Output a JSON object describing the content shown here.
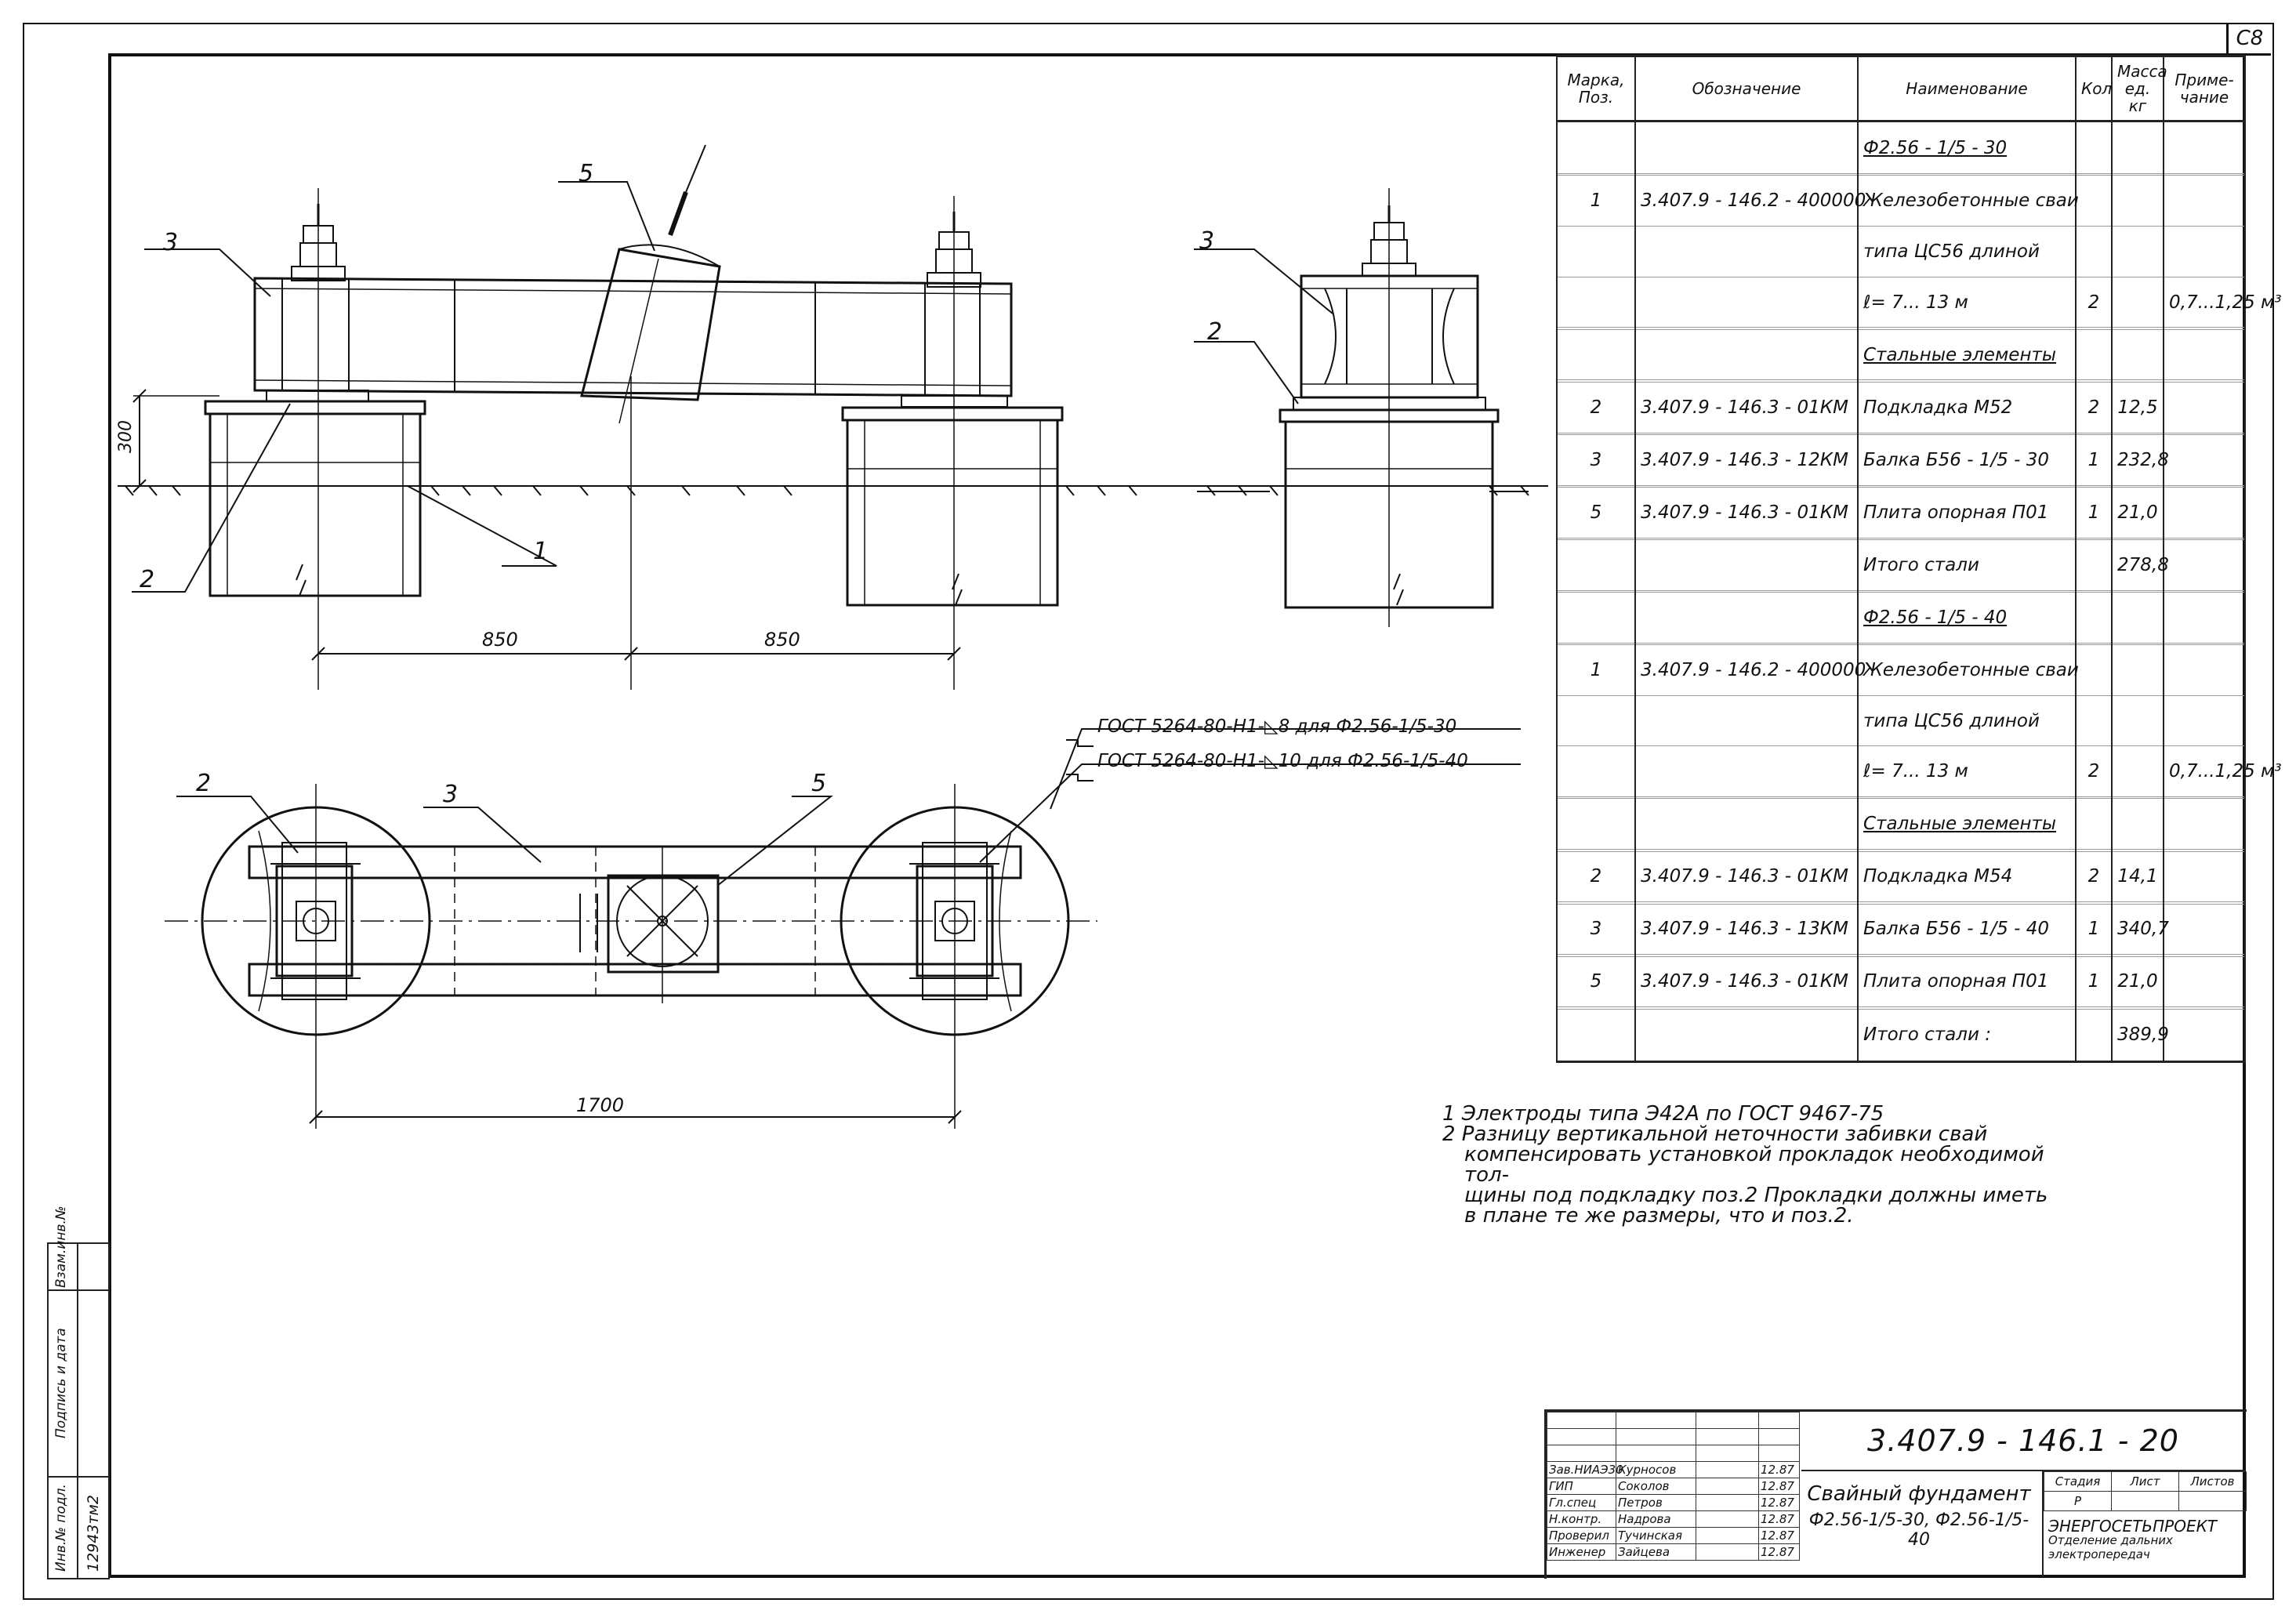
{
  "page_number": "C8",
  "positions": {
    "p1": "1",
    "p2": "2",
    "p3": "3",
    "p5": "5"
  },
  "dimensions": {
    "height_300": "300",
    "span_850_left": "850",
    "span_850_right": "850",
    "length_1700": "1700"
  },
  "welds": [
    "ГОСТ 5264-80-Н1-◺8  для  Ф2.56-1/5-30",
    "ГОСТ 5264-80-Н1-◺10  для  Ф2.56-1/5-40"
  ],
  "spec_table": {
    "headers": [
      "Марка, Поз.",
      "Обозначение",
      "Наименование",
      "Кол",
      "Масса ед. кг",
      "Приме- чание"
    ],
    "rows": [
      {
        "pos": "",
        "code": "",
        "name": "Ф2.56 - 1/5 - 30",
        "qty": "",
        "mass": "",
        "note": "",
        "underline": true
      },
      {
        "pos": "",
        "code": "",
        "name": "",
        "qty": "",
        "mass": "",
        "note": ""
      },
      {
        "pos": "1",
        "code": "3.407.9 - 146.2 - 400000",
        "name": "Железобетонные сваи",
        "qty": "",
        "mass": "",
        "note": ""
      },
      {
        "pos": "",
        "code": "",
        "name": "типа ЦС56 длиной",
        "qty": "",
        "mass": "",
        "note": ""
      },
      {
        "pos": "",
        "code": "",
        "name": "ℓ= 7... 13 м",
        "qty": "2",
        "mass": "",
        "note": "0,7...1,25 м³"
      },
      {
        "pos": "",
        "code": "",
        "name": "",
        "qty": "",
        "mass": "",
        "note": ""
      },
      {
        "pos": "",
        "code": "",
        "name": "Стальные элементы",
        "qty": "",
        "mass": "",
        "note": "",
        "underline": true
      },
      {
        "pos": "",
        "code": "",
        "name": "",
        "qty": "",
        "mass": "",
        "note": ""
      },
      {
        "pos": "2",
        "code": "3.407.9 - 146.3 - 01КМ",
        "name": "Подкладка М52",
        "qty": "2",
        "mass": "12,5",
        "note": ""
      },
      {
        "pos": "",
        "code": "",
        "name": "",
        "qty": "",
        "mass": "",
        "note": ""
      },
      {
        "pos": "3",
        "code": "3.407.9 - 146.3 - 12КМ",
        "name": "Балка Б56 - 1/5 - 30",
        "qty": "1",
        "mass": "232,8",
        "note": ""
      },
      {
        "pos": "",
        "code": "",
        "name": "",
        "qty": "",
        "mass": "",
        "note": ""
      },
      {
        "pos": "5",
        "code": "3.407.9 - 146.3 - 01КМ",
        "name": "Плита опорная П01",
        "qty": "1",
        "mass": "21,0",
        "note": ""
      },
      {
        "pos": "",
        "code": "",
        "name": "",
        "qty": "",
        "mass": "",
        "note": ""
      },
      {
        "pos": "",
        "code": "",
        "name": "Итого стали",
        "qty": "",
        "mass": "278,8",
        "note": ""
      },
      {
        "pos": "",
        "code": "",
        "name": "",
        "qty": "",
        "mass": "",
        "note": ""
      },
      {
        "pos": "",
        "code": "",
        "name": "Ф2.56 - 1/5 - 40",
        "qty": "",
        "mass": "",
        "note": "",
        "underline": true
      },
      {
        "pos": "",
        "code": "",
        "name": "",
        "qty": "",
        "mass": "",
        "note": ""
      },
      {
        "pos": "1",
        "code": "3.407.9 - 146.2 - 400000",
        "name": "Железобетонные сваи",
        "qty": "",
        "mass": "",
        "note": ""
      },
      {
        "pos": "",
        "code": "",
        "name": "типа ЦС56 длиной",
        "qty": "",
        "mass": "",
        "note": ""
      },
      {
        "pos": "",
        "code": "",
        "name": "ℓ= 7... 13 м",
        "qty": "2",
        "mass": "",
        "note": "0,7...1,25 м³"
      },
      {
        "pos": "",
        "code": "",
        "name": "",
        "qty": "",
        "mass": "",
        "note": ""
      },
      {
        "pos": "",
        "code": "",
        "name": "Стальные элементы",
        "qty": "",
        "mass": "",
        "note": "",
        "underline": true
      },
      {
        "pos": "",
        "code": "",
        "name": "",
        "qty": "",
        "mass": "",
        "note": ""
      },
      {
        "pos": "2",
        "code": "3.407.9 - 146.3 - 01КМ",
        "name": "Подкладка М54",
        "qty": "2",
        "mass": "14,1",
        "note": ""
      },
      {
        "pos": "",
        "code": "",
        "name": "",
        "qty": "",
        "mass": "",
        "note": ""
      },
      {
        "pos": "3",
        "code": "3.407.9 - 146.3 - 13КМ",
        "name": "Балка Б56 - 1/5 - 40",
        "qty": "1",
        "mass": "340,7",
        "note": ""
      },
      {
        "pos": "",
        "code": "",
        "name": "",
        "qty": "",
        "mass": "",
        "note": ""
      },
      {
        "pos": "5",
        "code": "3.407.9 - 146.3 - 01КМ",
        "name": "Плита опорная П01",
        "qty": "1",
        "mass": "21,0",
        "note": ""
      },
      {
        "pos": "",
        "code": "",
        "name": "",
        "qty": "",
        "mass": "",
        "note": ""
      },
      {
        "pos": "",
        "code": "",
        "name": "Итого стали :",
        "qty": "",
        "mass": "389,9",
        "note": ""
      }
    ]
  },
  "notes": [
    "1  Электроды типа Э42А по ГОСТ 9467-75",
    "2  Разницу вертикальной неточности забивки свай",
    "компенсировать установкой прокладок необходимой тол-",
    "щины под подкладку поз.2  Прокладки должны иметь",
    "в плане  те же размеры, что  и поз.2."
  ],
  "title_block": {
    "code": "3.407.9 - 146.1 - 20",
    "name_line1": "Свайный фундамент",
    "name_line2": "Ф2.56-1/5-30, Ф2.56-1/5-40",
    "stage_headers": [
      "Стадия",
      "Лист",
      "Листов"
    ],
    "stage_values": [
      "Р",
      "",
      ""
    ],
    "org": "ЭНЕРГОСЕТЬПРОЕКТ",
    "org_sub": "Отделение дальних электропередач",
    "signatures": [
      {
        "role": "Зав.НИАЭ30",
        "name": "Курносов",
        "date": "12.87"
      },
      {
        "role": "ГИП",
        "name": "Соколов",
        "date": "12.87"
      },
      {
        "role": "Гл.спец",
        "name": "Петров",
        "date": "12.87"
      },
      {
        "role": "Н.контр.",
        "name": "Надрова",
        "date": "12.87"
      },
      {
        "role": "Проверил",
        "name": "Тучинская",
        "date": "12.87"
      },
      {
        "role": "Инженер",
        "name": "Зайцева",
        "date": "12.87"
      }
    ]
  },
  "stamp": {
    "inv_label": "Инв.№ подл.",
    "inv_value": "12943тм2",
    "sign_label": "Подпись и дата",
    "replace_label": "Взам.инв.№"
  },
  "colors": {
    "line": "#111111",
    "paper": "#ffffff"
  }
}
